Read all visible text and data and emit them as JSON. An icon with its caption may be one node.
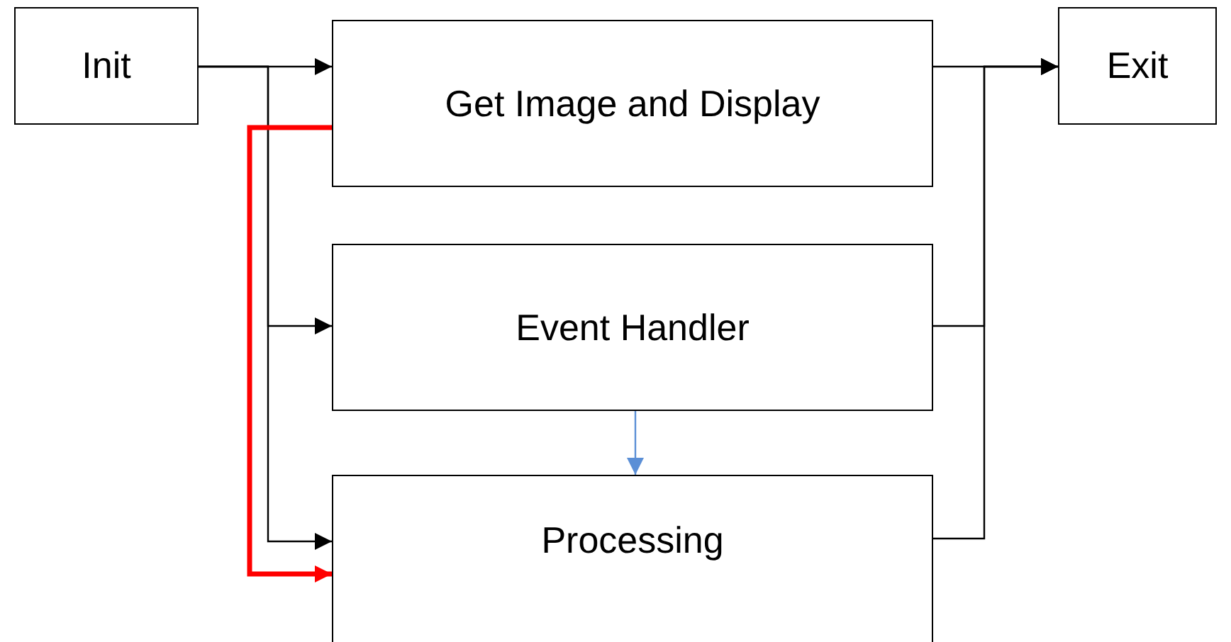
{
  "diagram": {
    "nodes": [
      {
        "text": [
          "Init"
        ]
      },
      {
        "text": [
          "Get Image and Display"
        ]
      },
      {
        "text": [
          "Event Handler"
        ]
      },
      {
        "text": [
          "Processing"
        ]
      },
      {
        "text": [
          "Exit"
        ]
      }
    ],
    "edges": [
      {
        "from": 0,
        "to": 1,
        "arrow": "to"
      },
      {
        "from": 0,
        "to": 2,
        "arrow": "to"
      },
      {
        "from": 0,
        "to": 3,
        "arrow": "to"
      },
      {
        "from": 1,
        "to": 4,
        "arrow": "to"
      },
      {
        "from": 2,
        "to": 4,
        "arrow": "to"
      },
      {
        "from": 3,
        "to": 4,
        "arrow": "to"
      },
      {
        "from": 1,
        "to": 3,
        "arrow": "to",
        "color": "#ff0000",
        "style": "thick"
      },
      {
        "from": 2,
        "to": 3,
        "arrow": "to",
        "color": "#5b8fd6"
      }
    ]
  }
}
